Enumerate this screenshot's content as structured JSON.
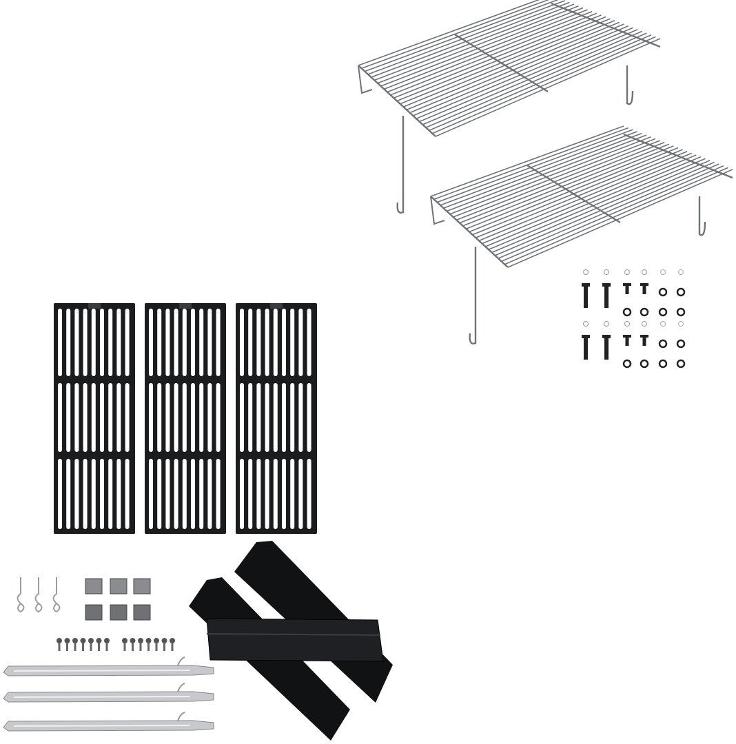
{
  "colors": {
    "background": "#ffffff",
    "chrome": "#b9bcc0",
    "chrome_dark": "#6f7378",
    "cast_iron": "#1b1c1e",
    "porcelain_black": "#111214",
    "steel": "#c7c9cc"
  },
  "components": {
    "warming_racks": 2,
    "cooking_grates": 3,
    "heat_plates": 3,
    "burners": 3,
    "springs": 3,
    "brackets": 6,
    "screw_sets": 2
  }
}
